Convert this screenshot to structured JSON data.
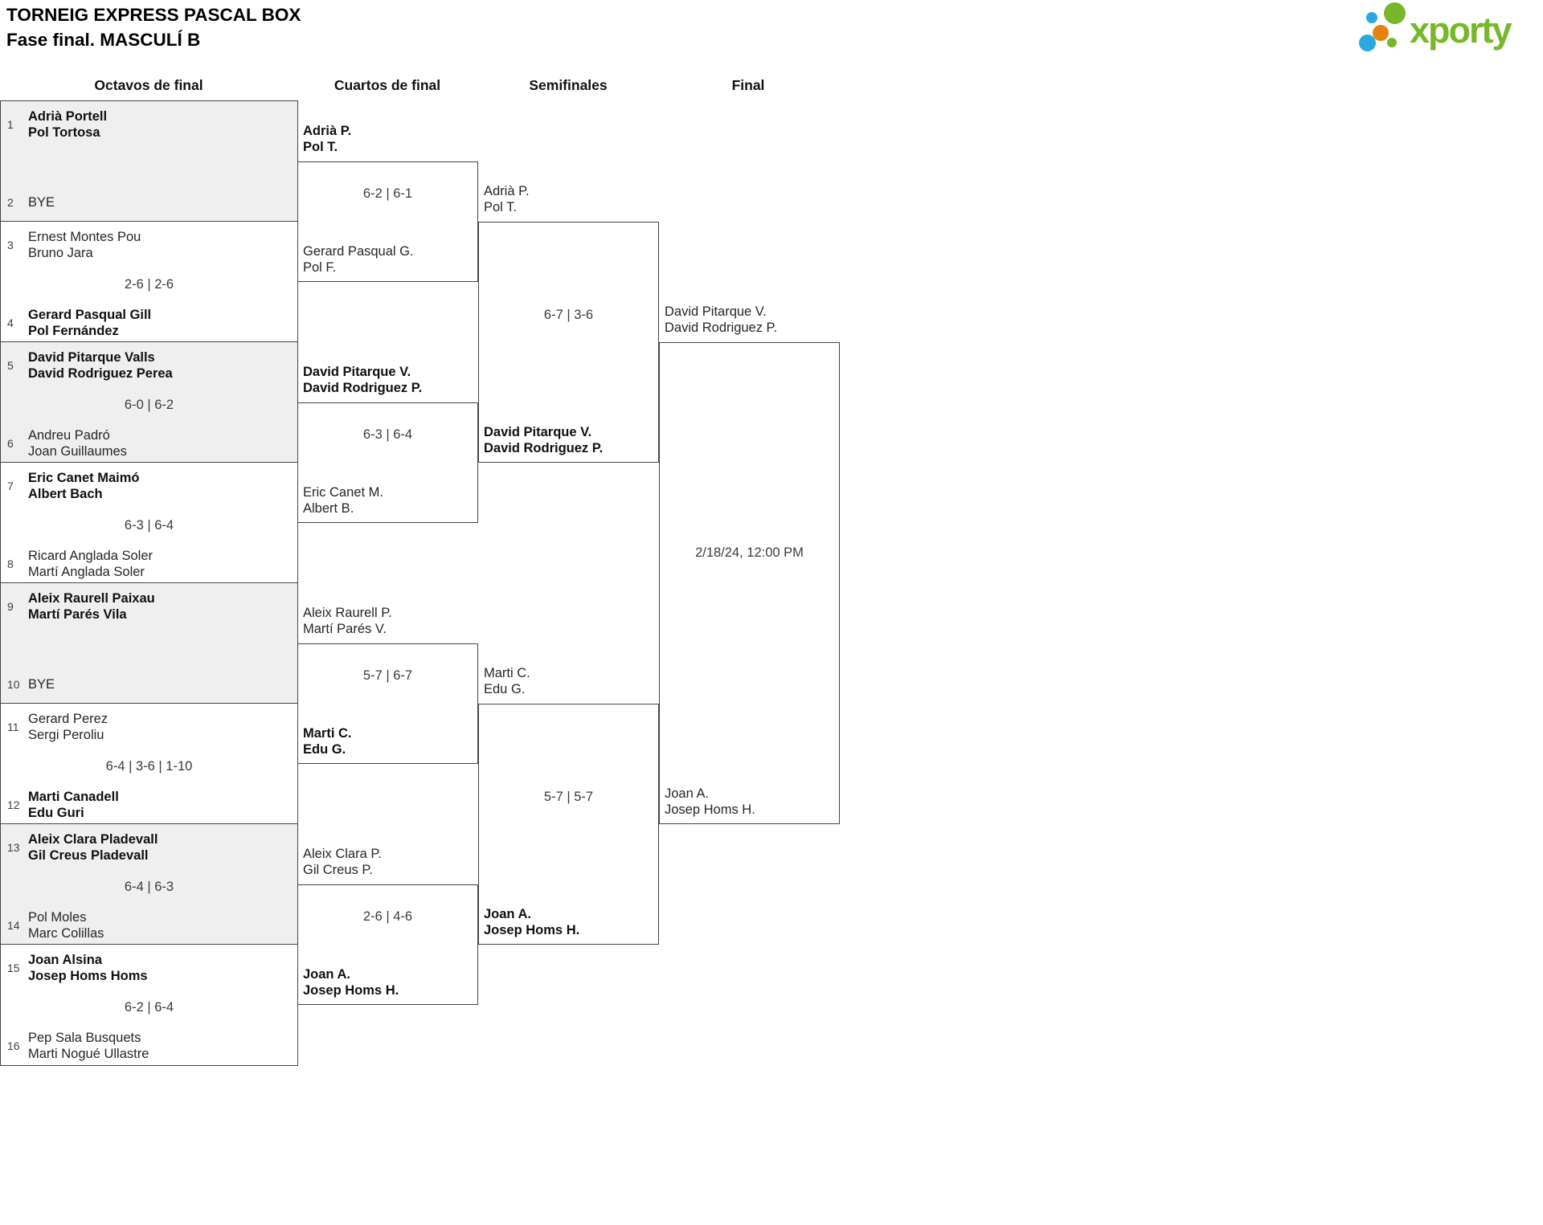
{
  "header": {
    "title": "TORNEIG EXPRESS PASCAL BOX",
    "subtitle": "Fase final. MASCULÍ B"
  },
  "logo": {
    "brand": "xporty",
    "green": "#76b82a",
    "blue": "#29a9e0",
    "orange": "#e8820e"
  },
  "rounds": [
    {
      "label": "Octavos de final"
    },
    {
      "label": "Cuartos de final"
    },
    {
      "label": "Semifinales"
    },
    {
      "label": "Final"
    }
  ],
  "bracket": {
    "round_of_16": [
      {
        "score": "",
        "top": {
          "seed": "1",
          "lines": [
            "Adrià Portell",
            "Pol Tortosa"
          ],
          "winner": true
        },
        "bottom": {
          "seed": "2",
          "lines": [
            "BYE"
          ],
          "winner": false
        }
      },
      {
        "score": "2-6 | 2-6",
        "top": {
          "seed": "3",
          "lines": [
            "Ernest Montes Pou",
            "Bruno Jara"
          ],
          "winner": false
        },
        "bottom": {
          "seed": "4",
          "lines": [
            "Gerard Pasqual Gill",
            "Pol Fernández"
          ],
          "winner": true
        }
      },
      {
        "score": "6-0 | 6-2",
        "top": {
          "seed": "5",
          "lines": [
            "David Pitarque Valls",
            "David Rodriguez Perea"
          ],
          "winner": true
        },
        "bottom": {
          "seed": "6",
          "lines": [
            "Andreu Padró",
            "Joan Guillaumes"
          ],
          "winner": false
        }
      },
      {
        "score": "6-3 | 6-4",
        "top": {
          "seed": "7",
          "lines": [
            "Eric Canet Maimó",
            "Albert Bach"
          ],
          "winner": true
        },
        "bottom": {
          "seed": "8",
          "lines": [
            "Ricard Anglada Soler",
            "Martí Anglada Soler"
          ],
          "winner": false
        }
      },
      {
        "score": "",
        "top": {
          "seed": "9",
          "lines": [
            "Aleix Raurell Paixau",
            "Martí Parés Vila"
          ],
          "winner": true
        },
        "bottom": {
          "seed": "10",
          "lines": [
            "BYE"
          ],
          "winner": false
        }
      },
      {
        "score": "6-4 | 3-6 | 1-10",
        "top": {
          "seed": "11",
          "lines": [
            "Gerard Perez",
            "Sergi Peroliu"
          ],
          "winner": false
        },
        "bottom": {
          "seed": "12",
          "lines": [
            "Marti Canadell",
            "Edu Guri"
          ],
          "winner": true
        }
      },
      {
        "score": "6-4 | 6-3",
        "top": {
          "seed": "13",
          "lines": [
            "Aleix Clara Pladevall",
            "Gil Creus Pladevall"
          ],
          "winner": true
        },
        "bottom": {
          "seed": "14",
          "lines": [
            "Pol Moles",
            "Marc Colillas"
          ],
          "winner": false
        }
      },
      {
        "score": "6-2 | 6-4",
        "top": {
          "seed": "15",
          "lines": [
            "Joan Alsina",
            "Josep Homs Homs"
          ],
          "winner": true
        },
        "bottom": {
          "seed": "16",
          "lines": [
            "Pep Sala Busquets",
            "Marti Nogué Ullastre"
          ],
          "winner": false
        }
      }
    ],
    "quarterfinals": [
      {
        "score": "6-2 | 6-1",
        "top": {
          "lines": [
            "Adrià P.",
            "Pol T."
          ],
          "winner": true
        },
        "bottom": {
          "lines": [
            "Gerard Pasqual G.",
            "Pol F."
          ],
          "winner": false
        }
      },
      {
        "score": "6-3 | 6-4",
        "top": {
          "lines": [
            "David Pitarque V.",
            "David Rodriguez P."
          ],
          "winner": true
        },
        "bottom": {
          "lines": [
            "Eric Canet M.",
            "Albert B."
          ],
          "winner": false
        }
      },
      {
        "score": "5-7 | 6-7",
        "top": {
          "lines": [
            "Aleix Raurell P.",
            "Martí Parés V."
          ],
          "winner": false
        },
        "bottom": {
          "lines": [
            "Marti C.",
            "Edu G."
          ],
          "winner": true
        }
      },
      {
        "score": "2-6 | 4-6",
        "top": {
          "lines": [
            "Aleix Clara P.",
            "Gil Creus P."
          ],
          "winner": false
        },
        "bottom": {
          "lines": [
            "Joan A.",
            "Josep Homs H."
          ],
          "winner": true
        }
      }
    ],
    "semifinals": [
      {
        "score": "6-7 | 3-6",
        "top": {
          "lines": [
            "Adrià P.",
            "Pol T."
          ],
          "winner": false
        },
        "bottom": {
          "lines": [
            "David Pitarque V.",
            "David Rodriguez P."
          ],
          "winner": true
        }
      },
      {
        "score": "5-7 | 5-7",
        "top": {
          "lines": [
            "Marti C.",
            "Edu G."
          ],
          "winner": false
        },
        "bottom": {
          "lines": [
            "Joan A.",
            "Josep Homs H."
          ],
          "winner": true
        }
      }
    ],
    "final": [
      {
        "score": "2/18/24, 12:00 PM",
        "top": {
          "lines": [
            "David Pitarque V.",
            "David Rodriguez P."
          ],
          "winner": false
        },
        "bottom": {
          "lines": [
            "Joan A.",
            "Josep Homs H."
          ],
          "winner": false
        }
      }
    ]
  }
}
